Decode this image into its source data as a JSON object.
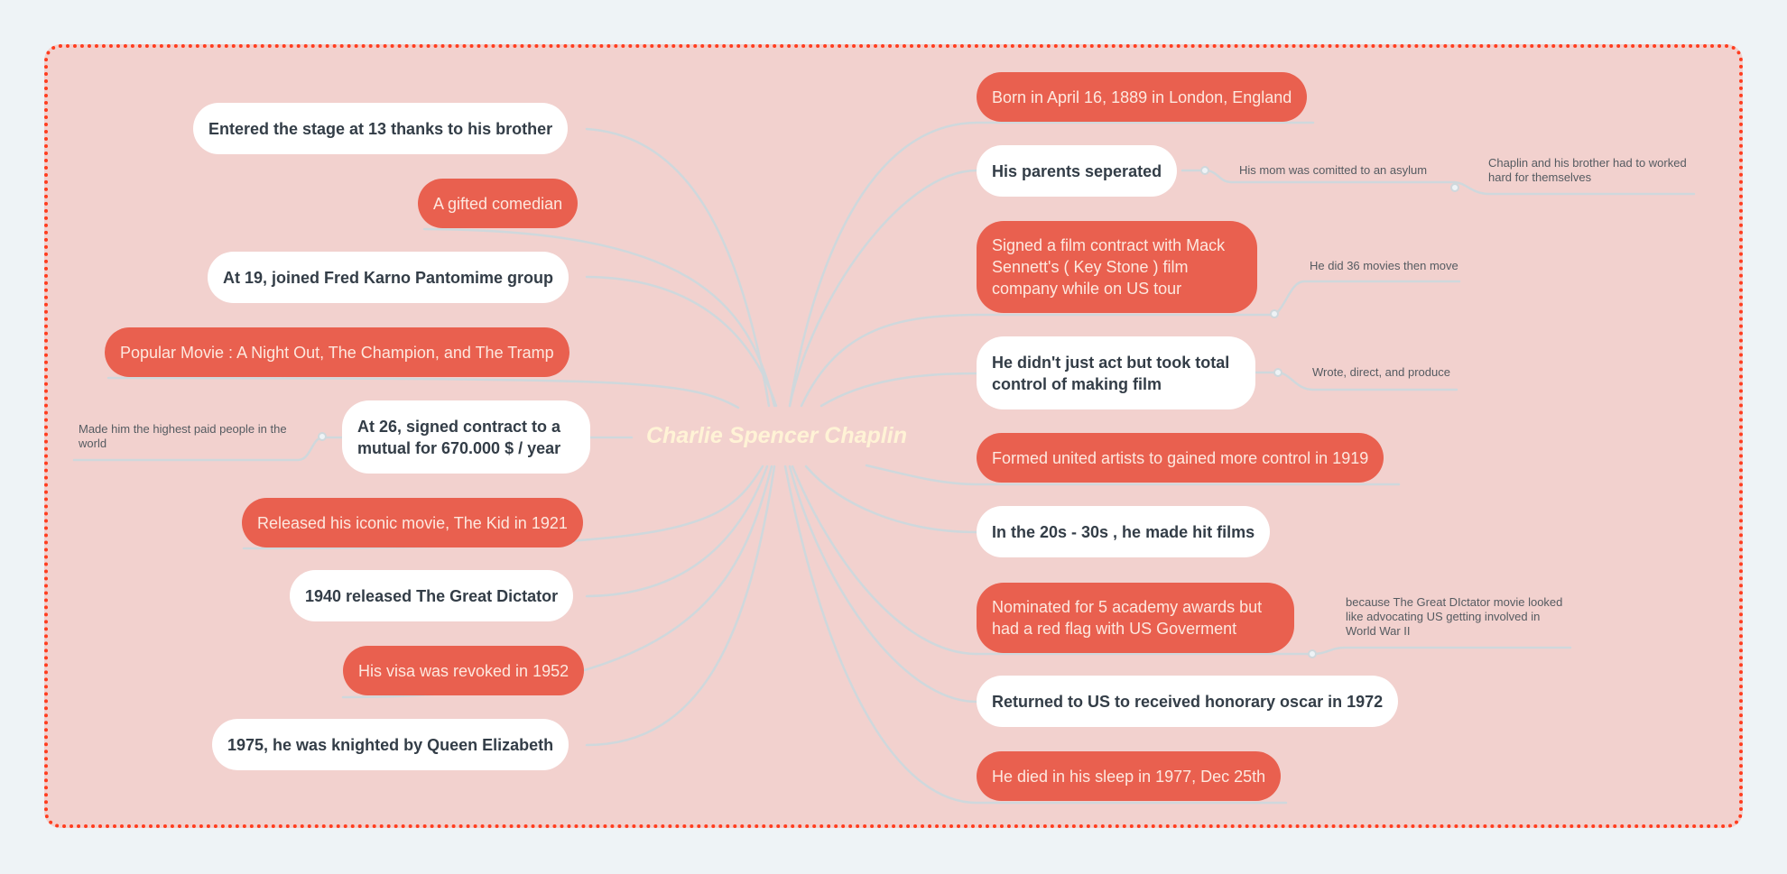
{
  "colors": {
    "page_bg": "#eef3f6",
    "canvas_bg": "#f2d1ce",
    "canvas_border": "#ff3d1f",
    "red_node": "#e9604f",
    "red_node_text": "#fde8df",
    "white_node_text": "#333d47",
    "connector": "#cfd8dc",
    "center_text": "#fff3d6"
  },
  "center": {
    "title": "Charlie Spencer Chaplin"
  },
  "left_nodes": [
    {
      "label": "Entered the stage at 13 thanks to his brother",
      "style": "white"
    },
    {
      "label": "A gifted comedian",
      "style": "red"
    },
    {
      "label": "At 19, joined Fred Karno Pantomime group",
      "style": "white"
    },
    {
      "label": "Popular Movie : A Night Out, The Champion, and The Tramp",
      "style": "red"
    },
    {
      "label": "At 26, signed contract to a mutual for 670.000 $ / year",
      "style": "white",
      "children": [
        {
          "label": "Made him the highest paid people in the world"
        }
      ]
    },
    {
      "label": "Released his iconic movie, The Kid in 1921",
      "style": "red"
    },
    {
      "label": "1940 released The Great Dictator",
      "style": "white"
    },
    {
      "label": "His visa was revoked in 1952",
      "style": "red"
    },
    {
      "label": "1975, he was knighted by Queen Elizabeth",
      "style": "white"
    }
  ],
  "right_nodes": [
    {
      "label": "Born in April 16, 1889 in London, England",
      "style": "red"
    },
    {
      "label": "His parents seperated",
      "style": "white",
      "children": [
        {
          "label": "His mom was comitted to an asylum",
          "children": [
            {
              "label": "Chaplin and his brother had to worked hard for themselves"
            }
          ]
        }
      ]
    },
    {
      "label": "Signed a film contract with Mack Sennett's ( Key Stone ) film company while on US tour",
      "style": "red",
      "children": [
        {
          "label": "He did 36 movies then move"
        }
      ]
    },
    {
      "label": "He didn't just act but took total control of making film",
      "style": "white",
      "children": [
        {
          "label": "Wrote, direct, and produce"
        }
      ]
    },
    {
      "label": "Formed united artists to gained more control in 1919",
      "style": "red"
    },
    {
      "label": "In the 20s - 30s , he made hit films",
      "style": "white"
    },
    {
      "label": "Nominated for 5 academy awards but had a red flag with US Goverment",
      "style": "red",
      "children": [
        {
          "label": "because The Great DIctator movie looked like advocating US getting involved in World War II"
        }
      ]
    },
    {
      "label": "Returned to US to received honorary oscar in 1972",
      "style": "white"
    },
    {
      "label": "He died in his sleep in 1977, Dec 25th",
      "style": "red"
    }
  ]
}
